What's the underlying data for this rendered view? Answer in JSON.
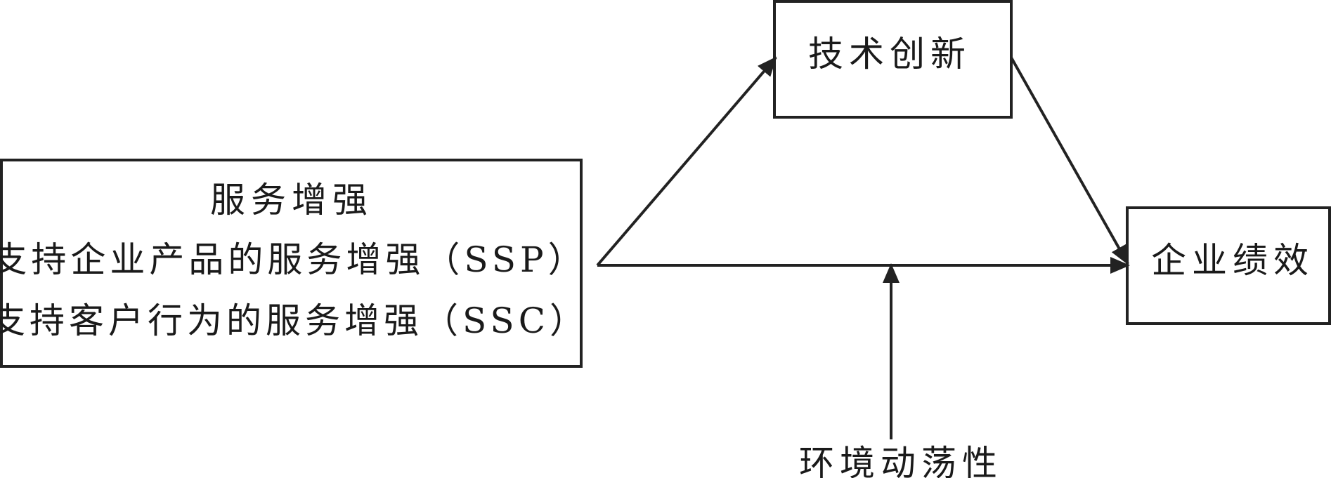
{
  "nodes": {
    "service": {
      "title": "服务增强",
      "line1": "支持企业产品的服务增强（SSP）",
      "line2": "支持客户行为的服务增强（SSC）"
    },
    "innovation": {
      "label": "技术创新"
    },
    "performance": {
      "label": "企业绩效"
    },
    "moderator": {
      "label": "环境动荡性"
    }
  },
  "edges": [
    {
      "from": "service",
      "to": "innovation"
    },
    {
      "from": "innovation",
      "to": "performance"
    },
    {
      "from": "service",
      "to": "performance"
    },
    {
      "from": "moderator",
      "to": "service→performance"
    }
  ],
  "colors": {
    "stroke": "#222222",
    "text": "#1a1a1a",
    "background": "#ffffff"
  }
}
